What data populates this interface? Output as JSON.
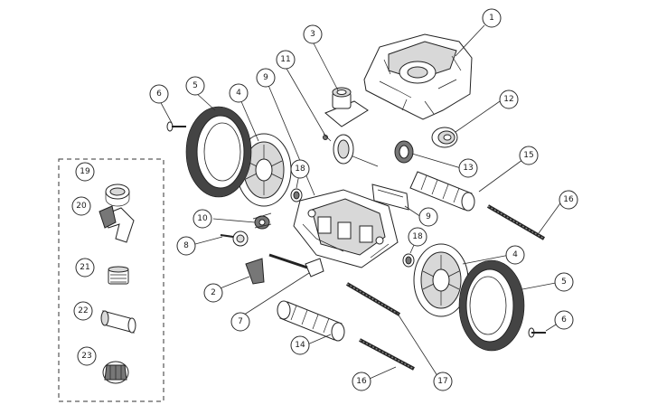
{
  "diagram": {
    "callouts": {
      "c1": "1",
      "c2": "2",
      "c3": "3",
      "c4a": "4",
      "c4b": "4",
      "c5a": "5",
      "c5b": "5",
      "c6a": "6",
      "c6b": "6",
      "c7": "7",
      "c8": "8",
      "c9a": "9",
      "c9b": "9",
      "c10": "10",
      "c11": "11",
      "c12": "12",
      "c13": "13",
      "c14": "14",
      "c15": "15",
      "c16a": "16",
      "c16b": "16",
      "c17": "17",
      "c18a": "18",
      "c18b": "18",
      "c19": "19",
      "c20": "20",
      "c21": "21",
      "c22": "22",
      "c23": "23"
    }
  }
}
